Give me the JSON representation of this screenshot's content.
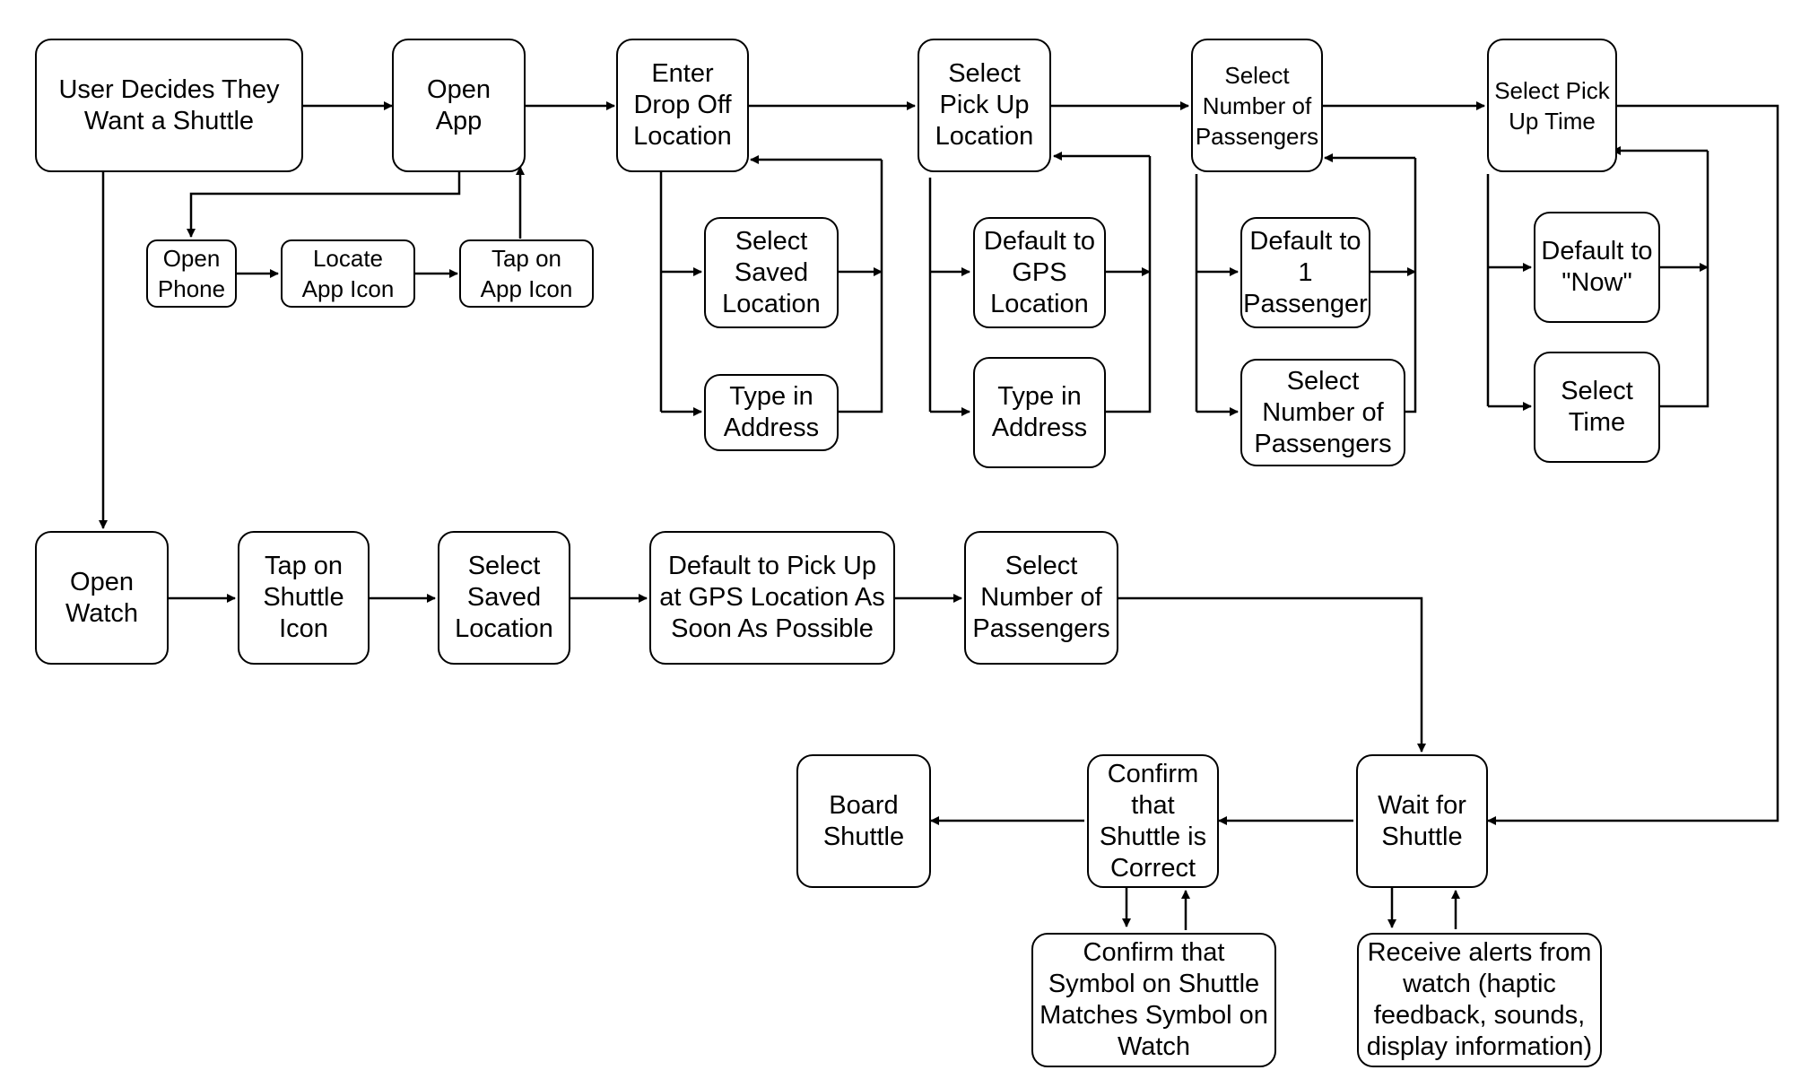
{
  "nodes": {
    "user_decides": "User Decides They\nWant a Shuttle",
    "open_app": "Open\nApp",
    "open_phone": "Open\nPhone",
    "locate_app_icon": "Locate\nApp Icon",
    "tap_app_icon": "Tap on\nApp Icon",
    "enter_drop_off": "Enter\nDrop Off\nLocation",
    "select_saved_location_1": "Select\nSaved\nLocation",
    "type_address_1": "Type in\nAddress",
    "select_pick_up": "Select\nPick Up\nLocation",
    "default_gps": "Default to\nGPS\nLocation",
    "type_address_2": "Type in\nAddress",
    "select_num_passengers_1": "Select\nNumber of\nPassengers",
    "default_1_passenger": "Default to\n1\nPassenger",
    "select_num_passengers_2": "Select\nNumber of\nPassengers",
    "select_pick_up_time": "Select Pick\nUp Time",
    "default_now": "Default to\n\"Now\"",
    "select_time": "Select\nTime",
    "open_watch": "Open\nWatch",
    "tap_shuttle_icon": "Tap on\nShuttle\nIcon",
    "select_saved_location_2": "Select\nSaved\nLocation",
    "default_pick_up_gps": "Default to Pick Up\nat GPS Location As\nSoon As Possible",
    "select_num_passengers_3": "Select\nNumber of\nPassengers",
    "wait_for_shuttle": "Wait for\nShuttle",
    "confirm_shuttle_correct": "Confirm\nthat\nShuttle is\nCorrect",
    "board_shuttle": "Board\nShuttle",
    "confirm_symbol": "Confirm that\nSymbol on Shuttle\nMatches Symbol on\nWatch",
    "receive_alerts": "Receive alerts from\nwatch (haptic\nfeedback, sounds,\ndisplay information)"
  }
}
